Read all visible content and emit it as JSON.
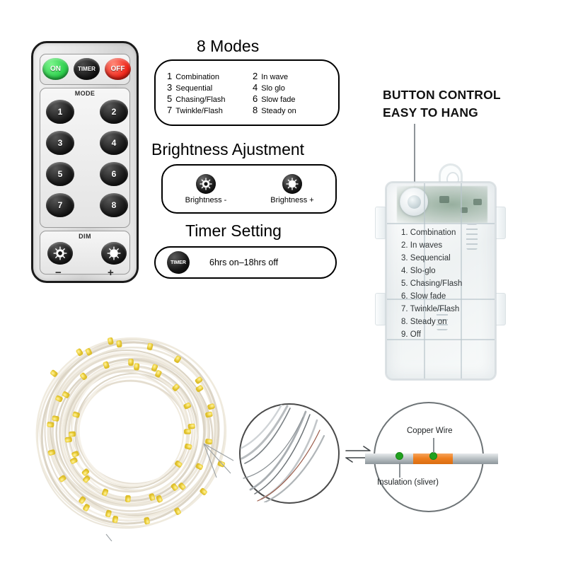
{
  "remote": {
    "power_buttons": [
      {
        "name": "on",
        "label": "ON",
        "color": "#2fd04e"
      },
      {
        "name": "timer",
        "label": "TIMER",
        "color": "#161616"
      },
      {
        "name": "off",
        "label": "OFF",
        "color": "#f0281c"
      }
    ],
    "mode_section_label": "MODE",
    "mode_buttons_left": [
      "1",
      "3",
      "5",
      "7"
    ],
    "mode_buttons_right": [
      "2",
      "4",
      "6",
      "8"
    ],
    "dim_section_label": "DIM",
    "dim_minus_sign": "−",
    "dim_plus_sign": "+"
  },
  "modes_card": {
    "title": "8 Modes",
    "items": [
      {
        "num": "1",
        "label": "Combination"
      },
      {
        "num": "2",
        "label": "In wave"
      },
      {
        "num": "3",
        "label": "Sequential"
      },
      {
        "num": "4",
        "label": "Slo glo"
      },
      {
        "num": "5",
        "label": "Chasing/Flash"
      },
      {
        "num": "6",
        "label": "Slow fade"
      },
      {
        "num": "7",
        "label": "Twinkle/Flash"
      },
      {
        "num": "8",
        "label": "Steady on"
      }
    ]
  },
  "brightness_card": {
    "title": "Brightness Ajustment",
    "buttons": [
      {
        "icon": "sun-dim-icon",
        "label": "Brightness -"
      },
      {
        "icon": "sun-bright-icon",
        "label": "Brightness +"
      }
    ]
  },
  "timer_card": {
    "title": "Timer Setting",
    "button_label": "TIMER",
    "description": "6hrs on–18hrs off"
  },
  "headline": {
    "line1": "BUTTON CONTROL",
    "line2": "EASY TO HANG"
  },
  "battery_box": {
    "mode_list": [
      "1. Combination",
      "2. In waves",
      "3. Sequencial",
      "4. Slo-glo",
      "5. Chasing/Flash",
      "6. Slow fade",
      "7. Twinkle/Flash",
      "8. Steady on",
      "9. Off"
    ]
  },
  "wire_detail": {
    "copper_label": "Copper Wire",
    "insulation_label": "Insulation (sliver)",
    "copper_color": "#ef7f1f",
    "insulation_color": "#b9c0c4",
    "dot_color": "#21a11f"
  },
  "led_coil": {
    "bead_color": "#f2d84e",
    "wire_color": "#e8e2d4"
  }
}
